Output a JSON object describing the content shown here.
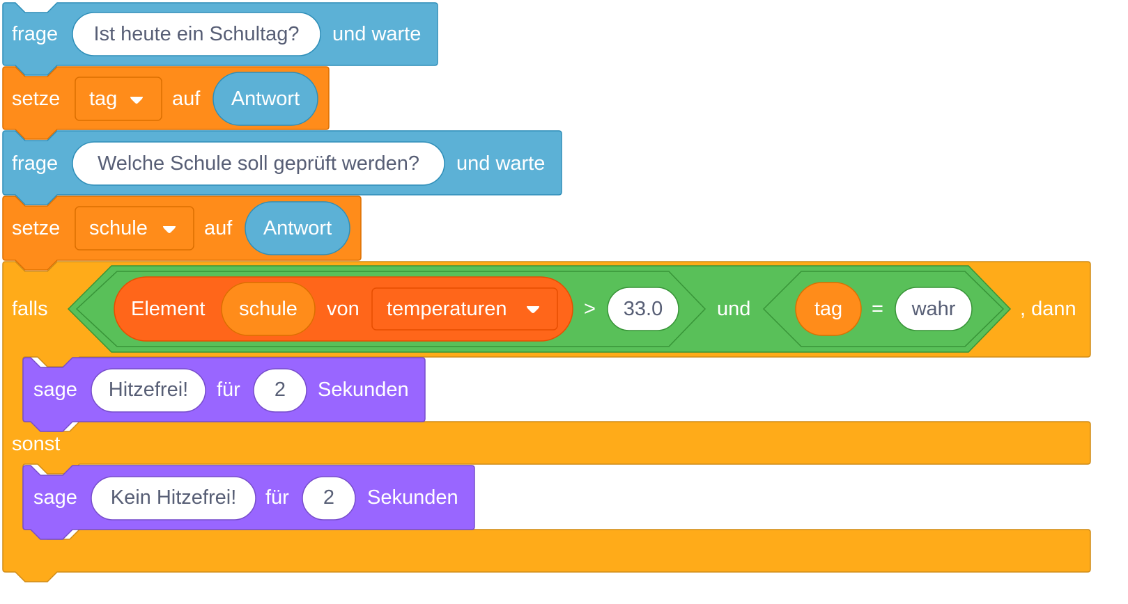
{
  "colors": {
    "looks_sensing": "#5cb1d6",
    "looks_sensing_border": "#2e8eb8",
    "variables": "#ff8c1a",
    "variables_border": "#db6e00",
    "control": "#ffab19",
    "control_border": "#cf8b17",
    "operators": "#59c059",
    "operators_border": "#389438",
    "lists": "#ff661a",
    "lists_border": "#e64d00",
    "looks": "#9966ff",
    "looks_border": "#774dcb",
    "input_text": "#575e75"
  },
  "script": {
    "block1": {
      "label": "frage",
      "input": "Ist heute ein Schultag?",
      "suffix": "und warte"
    },
    "block2": {
      "label": "setze",
      "variable": "tag",
      "connector": "auf",
      "reporter": "Antwort"
    },
    "block3": {
      "label": "frage",
      "input": "Welche Schule soll geprüft werden?",
      "suffix": "und warte"
    },
    "block4": {
      "label": "setze",
      "variable": "schule",
      "connector": "auf",
      "reporter": "Antwort"
    },
    "if_else": {
      "if_label": "falls",
      "then_label": ", dann",
      "else_label": "sonst",
      "condition": {
        "and_label": "und",
        "left": {
          "operator": ">",
          "item_label": "Element",
          "item_variable": "schule",
          "of_label": "von",
          "list": "temperaturen",
          "value": "33.0"
        },
        "right": {
          "operator": "=",
          "variable": "tag",
          "value": "wahr"
        }
      },
      "then_block": {
        "label": "sage",
        "message": "Hitzefrei!",
        "for_label": "für",
        "seconds": "2",
        "unit": "Sekunden"
      },
      "else_block": {
        "label": "sage",
        "message": "Kein Hitzefrei!",
        "for_label": "für",
        "seconds": "2",
        "unit": "Sekunden"
      }
    }
  }
}
